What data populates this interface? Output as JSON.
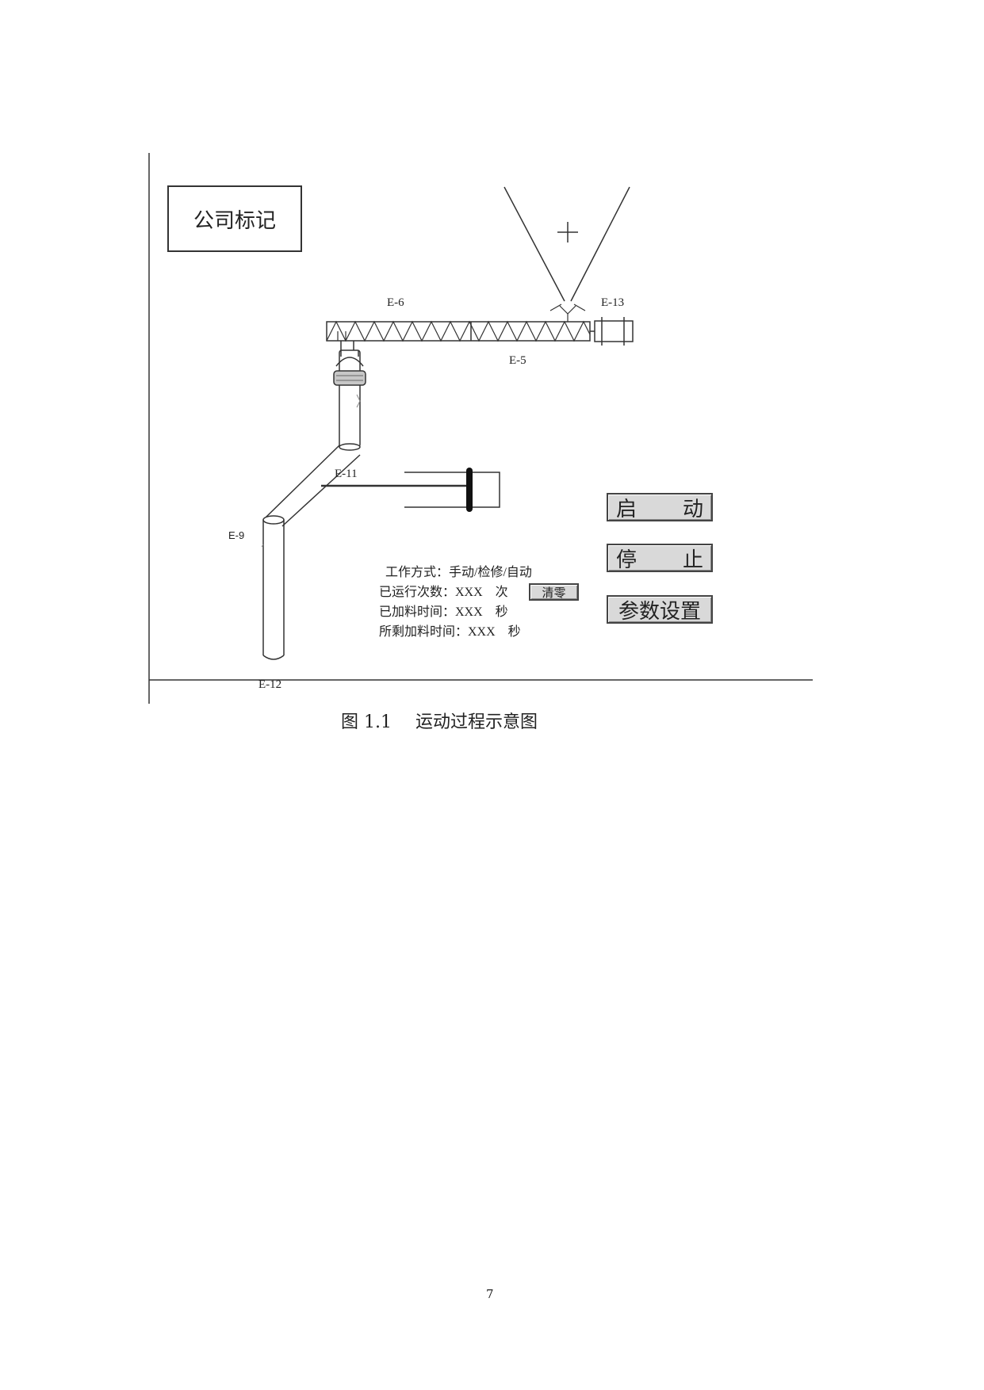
{
  "figure": {
    "logo_text": "公司标记",
    "labels": {
      "e6": "E-6",
      "e13": "E-13",
      "e5": "E-5",
      "e11": "E-11",
      "e9": "E-9",
      "e12": "E-12"
    },
    "info": {
      "mode_line": "工作方式：手动/检修/自动",
      "run_count_line": "已运行次数：XXX　次",
      "fed_time_line": "已加料时间：XXX　秒",
      "remaining_time_line": "所剩加料时间：XXX　秒"
    },
    "buttons": {
      "clear": "清零",
      "start_a": "启",
      "start_b": "动",
      "stop_a": "停",
      "stop_b": "止",
      "params": "参数设置"
    }
  },
  "caption": {
    "number": "图  1.1",
    "title": "运动过程示意图"
  },
  "page_number": "7"
}
